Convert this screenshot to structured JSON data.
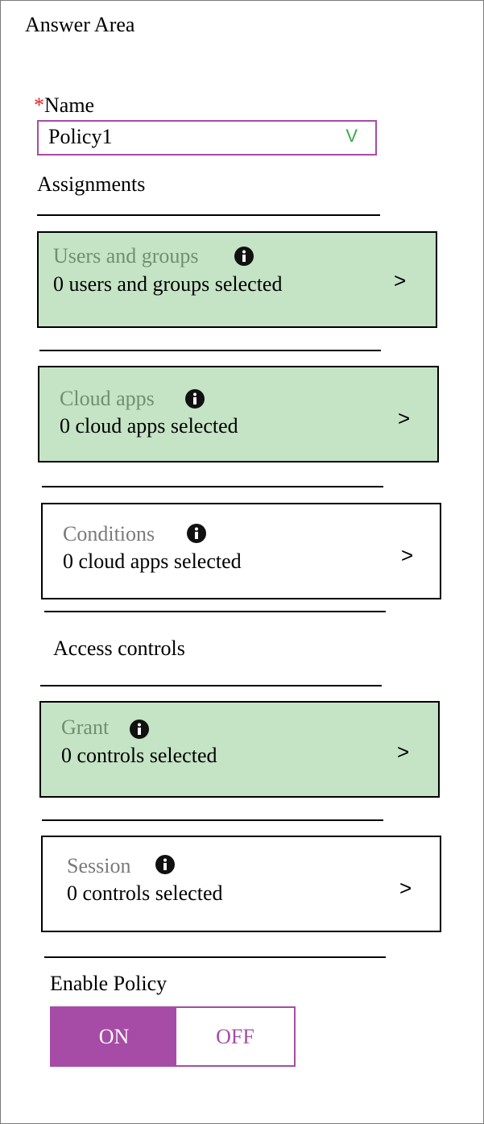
{
  "header": {
    "title": "Answer Area"
  },
  "name_field": {
    "required_mark": "*",
    "label": "Name",
    "value": "Policy1",
    "chevron": "V"
  },
  "assignments": {
    "label": "Assignments",
    "cards": [
      {
        "title": "Users and groups",
        "subtitle": "0 users and groups selected",
        "arrow": ">",
        "icon": "info-icon",
        "selected": true
      },
      {
        "title": "Cloud apps",
        "subtitle": "0 cloud apps selected",
        "arrow": ">",
        "icon": "info-icon",
        "selected": true
      },
      {
        "title": "Conditions",
        "subtitle": "0 cloud apps selected",
        "arrow": ">",
        "icon": "info-icon",
        "selected": false
      }
    ]
  },
  "access_controls": {
    "label": "Access controls",
    "cards": [
      {
        "title": "Grant",
        "subtitle": "0 controls selected",
        "arrow": ">",
        "icon": "info-icon",
        "selected": true
      },
      {
        "title": "Session",
        "subtitle": "0 controls selected",
        "arrow": ">",
        "icon": "info-icon",
        "selected": false
      }
    ]
  },
  "enable_policy": {
    "label": "Enable Policy",
    "on_label": "ON",
    "off_label": "OFF",
    "state": "ON"
  },
  "colors": {
    "accent_purple": "#a64ca6",
    "selected_green": "#c5e3c5",
    "required_red": "#e0202a"
  }
}
